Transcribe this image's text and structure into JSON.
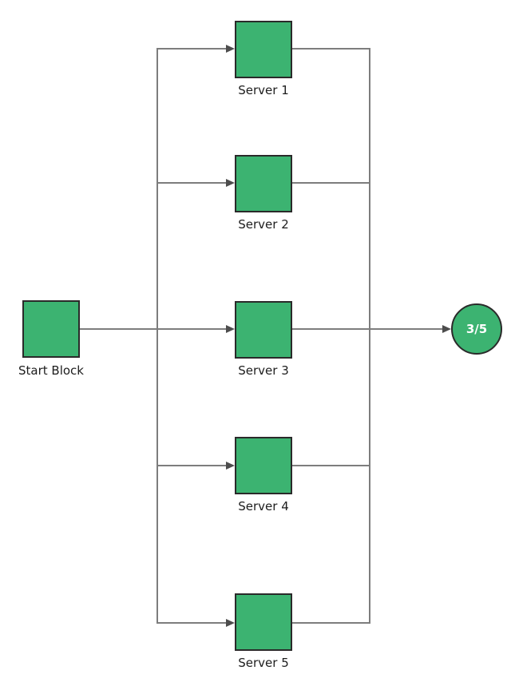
{
  "diagram": {
    "start": {
      "label": "Start Block"
    },
    "servers": [
      {
        "label": "Server 1"
      },
      {
        "label": "Server 2"
      },
      {
        "label": "Server 3"
      },
      {
        "label": "Server 4"
      },
      {
        "label": "Server 5"
      }
    ],
    "sink": {
      "label": "3/5"
    }
  },
  "colors": {
    "node_fill": "#3cb371",
    "node_border": "#2a2a2a",
    "edge": "#7d7d7d",
    "arrow": "#4d4d4d",
    "label_text": "#1d1d1d",
    "sink_text": "#ffffff",
    "background": "#ffffff"
  }
}
